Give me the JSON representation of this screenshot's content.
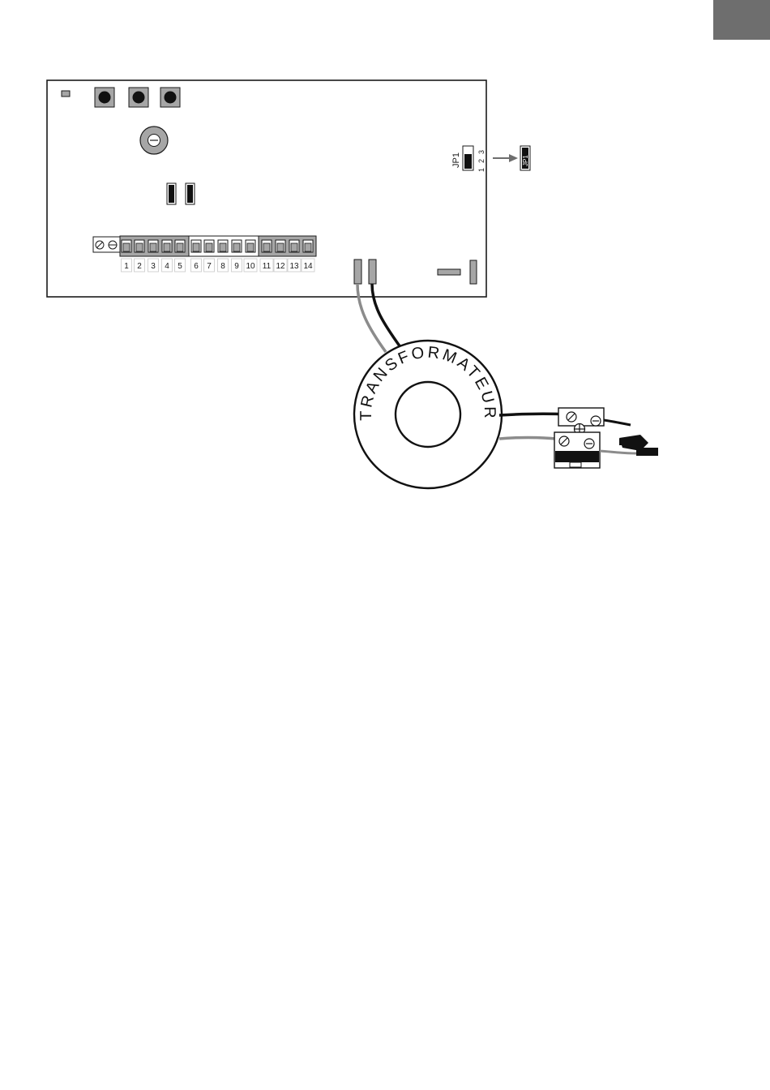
{
  "page_tab": {
    "color": "#6e6e6e"
  },
  "board": {
    "jumper": {
      "label": "JP1",
      "pins": [
        "1",
        "2",
        "3"
      ],
      "inset_label": "JP1"
    },
    "terminal_labels": [
      "1",
      "2",
      "3",
      "4",
      "5",
      "6",
      "7",
      "8",
      "9",
      "10",
      "11",
      "12",
      "13",
      "14"
    ]
  },
  "transformer": {
    "label": "TRANSFORMATEUR"
  },
  "colors": {
    "wire_black": "#111111",
    "wire_grey": "#8c8c8c",
    "component_grey": "#a6a6a6"
  }
}
